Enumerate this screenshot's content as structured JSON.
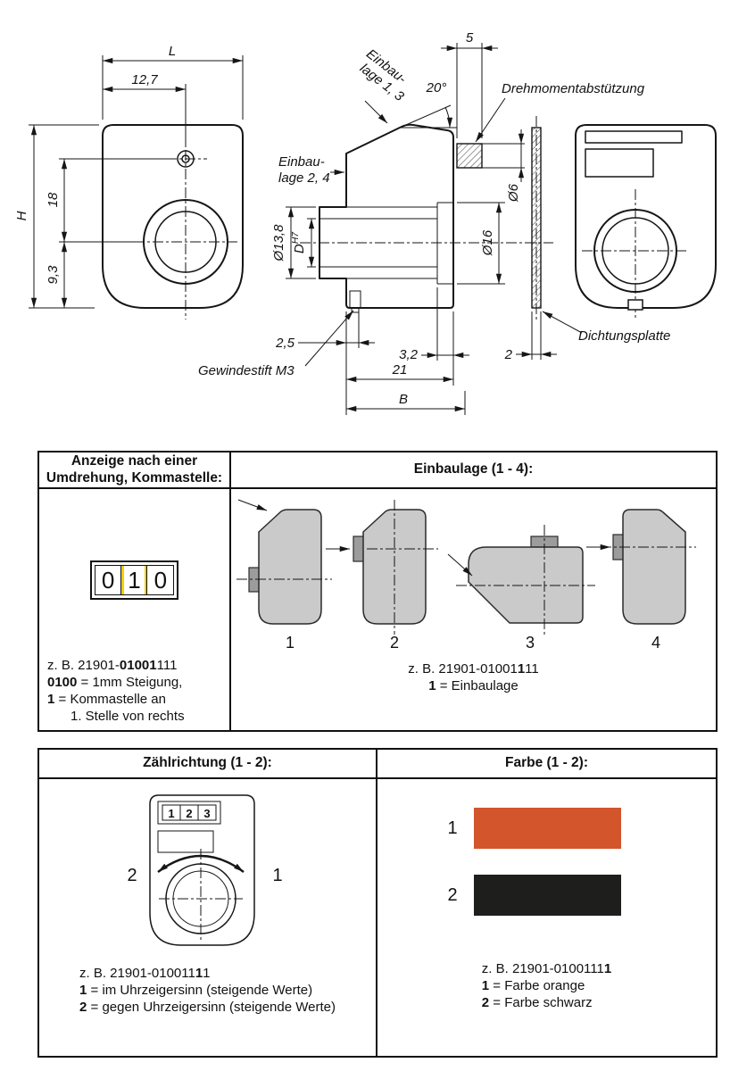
{
  "drawing": {
    "front": {
      "L": "L",
      "w127": "12,7",
      "H": "H",
      "h18": "18",
      "h93": "9,3"
    },
    "side": {
      "pin_w": "5",
      "angle": "20°",
      "pin_d": "Ø6",
      "collar_d": "Ø16",
      "shaft_d": "Ø13,8",
      "bore_d": "D",
      "bore_tol": "H7",
      "screw_off": "2,5",
      "recess": "3,2",
      "depth": "21",
      "B": "B",
      "einbau13_1": "Einbau-",
      "einbau13_2": "lage 1, 3",
      "einbau24_1": "Einbau-",
      "einbau24_2": "lage 2, 4",
      "drehmoment": "Drehmomentabstützung",
      "gewindestift": "Gewindestift M3"
    },
    "seal": {
      "thickness": "2",
      "label": "Dichtungsplatte"
    }
  },
  "table_anzeige": {
    "header_left_1": "Anzeige nach einer",
    "header_left_2": "Umdrehung, Kommastelle:",
    "header_right": "Einbaulage (1 - 4):",
    "counter_digits": [
      "0",
      "1",
      "0"
    ],
    "positions": [
      "1",
      "2",
      "3",
      "4"
    ],
    "note_left": {
      "code_pre": "z. B. 21901-",
      "code_bold": "01001",
      "code_post": "111",
      "l2_bold": "0100",
      "l2_rest": " = 1mm Steigung,",
      "l3_bold": "1",
      "l3_rest": " = Kommastelle an",
      "l4": "1. Stelle von rechts"
    },
    "note_right": {
      "code_pre": "z. B. 21901-01001",
      "code_bold": "1",
      "code_post": "11",
      "l2_bold": "1",
      "l2_rest": " = Einbaulage"
    }
  },
  "table_optionen": {
    "header_left": "Zählrichtung (1 - 2):",
    "header_right": "Farbe (1 - 2):",
    "counter_digits": [
      "1",
      "2",
      "3"
    ],
    "dir_ccw": "2",
    "dir_cw": "1",
    "note_left": {
      "code_pre": "z. B. 21901-010011",
      "code_bold": "1",
      "code_post": "1",
      "l2_bold": "1",
      "l2_rest": " = im Uhrzeigersinn (steigende Werte)",
      "l3_bold": "2",
      "l3_rest": " = gegen Uhrzeigersinn (steigende Werte)"
    },
    "colors": [
      {
        "label": "1",
        "name": "orange",
        "hex": "#D2552C"
      },
      {
        "label": "2",
        "name": "schwarz",
        "hex": "#1E1E1C"
      }
    ],
    "note_right": {
      "code_pre": "z. B. 21901-0100111",
      "code_bold": "1",
      "code_post": "",
      "l2_bold": "1",
      "l2_rest": " = Farbe orange",
      "l3_bold": "2",
      "l3_rest": " = Farbe schwarz"
    }
  }
}
